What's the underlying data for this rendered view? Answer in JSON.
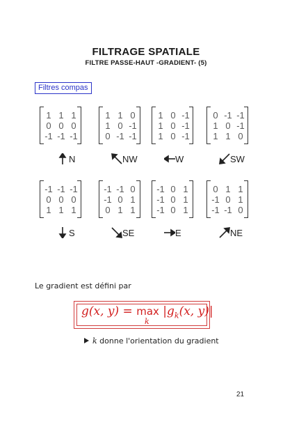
{
  "header": {
    "title": "FILTRAGE SPATIALE",
    "subtitle": "FILTRE PASSE-HAUT -GRADIENT- (5)"
  },
  "section": {
    "label": "Filtres compas"
  },
  "filters": [
    {
      "direction": "N",
      "arrow": "up",
      "matrix": [
        [
          "1",
          "1",
          "1"
        ],
        [
          "0",
          "0",
          "0"
        ],
        [
          "-1",
          "-1",
          "-1"
        ]
      ]
    },
    {
      "direction": "NW",
      "arrow": "up-left",
      "matrix": [
        [
          "1",
          "1",
          "0"
        ],
        [
          "1",
          "0",
          "-1"
        ],
        [
          "0",
          "-1",
          "-1"
        ]
      ]
    },
    {
      "direction": "W",
      "arrow": "left",
      "matrix": [
        [
          "1",
          "0",
          "-1"
        ],
        [
          "1",
          "0",
          "-1"
        ],
        [
          "1",
          "0",
          "-1"
        ]
      ]
    },
    {
      "direction": "SW",
      "arrow": "down-left",
      "matrix": [
        [
          "0",
          "-1",
          "-1"
        ],
        [
          "1",
          "0",
          "-1"
        ],
        [
          "1",
          "1",
          "0"
        ]
      ]
    },
    {
      "direction": "S",
      "arrow": "down",
      "matrix": [
        [
          "-1",
          "-1",
          "-1"
        ],
        [
          "0",
          "0",
          "0"
        ],
        [
          "1",
          "1",
          "1"
        ]
      ]
    },
    {
      "direction": "SE",
      "arrow": "down-right",
      "matrix": [
        [
          "-1",
          "-1",
          "0"
        ],
        [
          "-1",
          "0",
          "1"
        ],
        [
          "0",
          "1",
          "1"
        ]
      ]
    },
    {
      "direction": "E",
      "arrow": "right",
      "matrix": [
        [
          "-1",
          "0",
          "1"
        ],
        [
          "-1",
          "0",
          "1"
        ],
        [
          "-1",
          "0",
          "1"
        ]
      ]
    },
    {
      "direction": "NE",
      "arrow": "up-right",
      "matrix": [
        [
          "0",
          "1",
          "1"
        ],
        [
          "-1",
          "0",
          "1"
        ],
        [
          "-1",
          "-1",
          "0"
        ]
      ]
    }
  ],
  "body": {
    "intro": "Le gradient est défini par",
    "formula": {
      "lhs": "g(x, y) = ",
      "operator": "max",
      "subscript": "k",
      "rhs": " |g",
      "rhs_sub": "k",
      "rhs_end": "(x, y)|"
    },
    "bullet": {
      "variable": "k",
      "text": " donne l'orientation du gradient"
    }
  },
  "footer": {
    "page_number": "21"
  },
  "colors": {
    "accent_blue": "#2a33c8",
    "formula_red": "#d21e1e",
    "matrix_text": "#5a5a5a"
  }
}
